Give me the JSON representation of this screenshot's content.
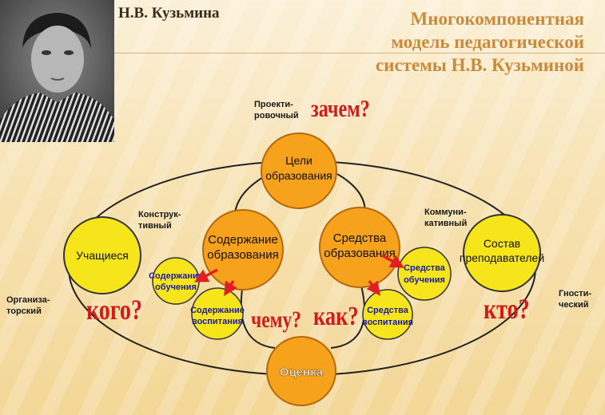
{
  "header": {
    "author": "Н.В. Кузьмина",
    "title_lines": [
      "Многокомпонентная",
      "модель педагогической",
      "системы Н.В. Кузьминой"
    ]
  },
  "labels": {
    "design": [
      "Проекти-",
      "ровочный"
    ],
    "constructive": [
      "Конструк-",
      "тивный"
    ],
    "communicative": [
      "Коммуни-",
      "кативный"
    ],
    "organizational": [
      "Организа-",
      "торский"
    ],
    "gnostic": [
      "Гности-",
      "ческий"
    ]
  },
  "questions": {
    "why": "зачем?",
    "whom": "кого?",
    "what": "чему?",
    "how": "как?",
    "who": "кто?"
  },
  "circles": {
    "goals": [
      "Цели",
      "образования"
    ],
    "students": [
      "Учащиеся"
    ],
    "content": [
      "Содержание",
      "образования"
    ],
    "means": [
      "Средства",
      "образования"
    ],
    "staff": [
      "Состав",
      "преподавателей"
    ],
    "content_learning": [
      "Содержание",
      "обучения"
    ],
    "content_upbringing": [
      "Содержание",
      "воспитания"
    ],
    "means_learning": [
      "Средства",
      "обучения"
    ],
    "means_upbringing": [
      "Средства",
      "воспитания"
    ],
    "evaluation": [
      "Оценка"
    ]
  },
  "colors": {
    "yellow": "#f6e51a",
    "orange": "#f7a21d",
    "red": "#d21b1b",
    "blue_text": "#1a1aa5",
    "title": "#c98a3d"
  }
}
